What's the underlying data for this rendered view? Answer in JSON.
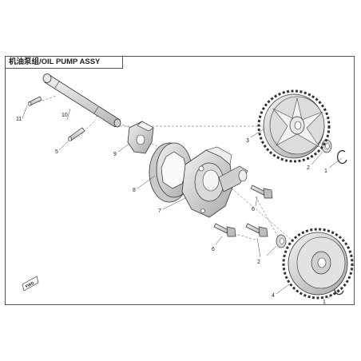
{
  "title": "机油泵组/OIL PUMP ASSY",
  "callouts": {
    "c1a": "1",
    "c1b": "1",
    "c2a": "2",
    "c2b": "2",
    "c3": "3",
    "c4": "4",
    "c5": "5",
    "c6a": "6",
    "c6b": "6",
    "c7": "7",
    "c8": "8",
    "c9": "9",
    "c10": "10",
    "c11": "11"
  },
  "fwd_label": "FWD",
  "parts": [
    {
      "id": "1",
      "name": "circlip-icon"
    },
    {
      "id": "2",
      "name": "washer-icon"
    },
    {
      "id": "3",
      "name": "gear-icon"
    },
    {
      "id": "4",
      "name": "gear-icon"
    },
    {
      "id": "5",
      "name": "pin-icon"
    },
    {
      "id": "6",
      "name": "bolt-icon"
    },
    {
      "id": "7",
      "name": "pump-housing-icon"
    },
    {
      "id": "8",
      "name": "outer-rotor-icon"
    },
    {
      "id": "9",
      "name": "inner-rotor-icon"
    },
    {
      "id": "10",
      "name": "shaft-icon"
    },
    {
      "id": "11",
      "name": "pin-icon"
    }
  ],
  "colors": {
    "line": "#333333",
    "shade": "#bdbdbd",
    "light": "#e6e6e6",
    "dark": "#7a7a7a"
  }
}
